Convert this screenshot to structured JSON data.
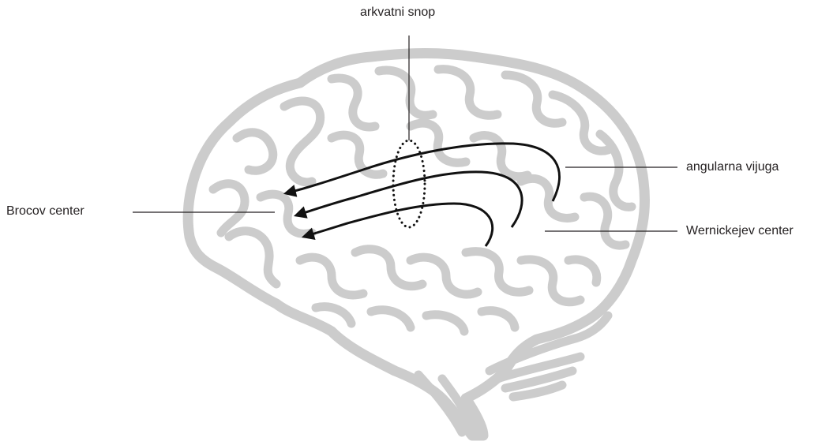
{
  "diagram": {
    "labels": {
      "arcuate": "arkvatni snop",
      "broca": "Brocov center",
      "angular": "angularna vijuga",
      "wernicke": "Wernickejev center"
    },
    "colors": {
      "brain": "#cccccc",
      "arrows": "#111111",
      "text": "#231f20"
    }
  }
}
